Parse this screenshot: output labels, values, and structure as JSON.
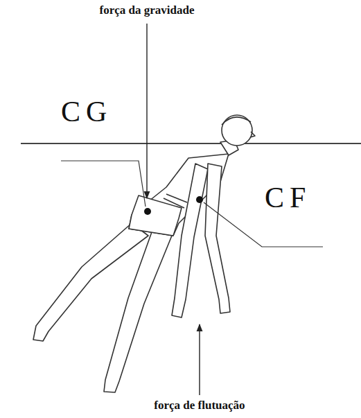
{
  "diagram": {
    "labels": [
      "força da gravidade",
      "CG",
      "CF",
      "força de flutuação"
    ]
  }
}
